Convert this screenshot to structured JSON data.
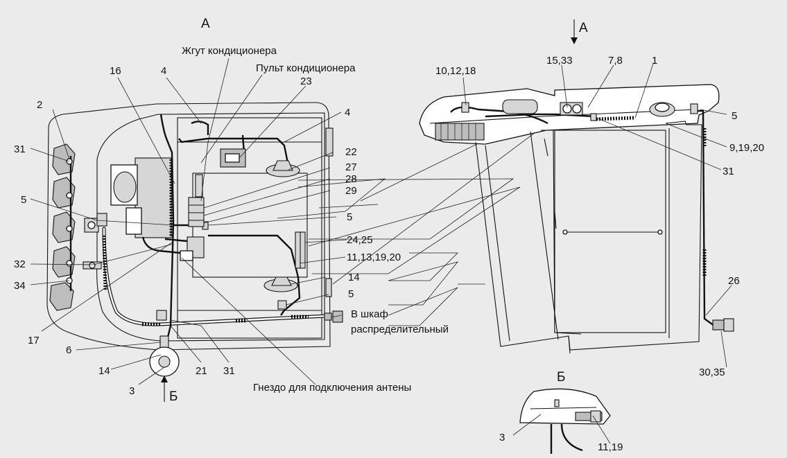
{
  "views": {
    "view_a_left": "А",
    "view_a_right": "А",
    "view_b_arrow": "Б",
    "view_b_detail": "Б"
  },
  "captions": {
    "ac_harness": "Жгут кондиционера",
    "ac_panel": "Пульт кондиционера",
    "to_cabinet_1": "В шкаф",
    "to_cabinet_2": "распределительный",
    "antenna_socket": "Гнездо для подключения антены"
  },
  "callouts_left": {
    "c2": "2",
    "c31a": "31",
    "c5a": "5",
    "c32": "32",
    "c34": "34",
    "c17": "17",
    "c6": "6",
    "c14a": "14",
    "c3a": "3",
    "c21": "21",
    "c31b": "31",
    "c16": "16",
    "c4a": "4",
    "c23": "23",
    "c4b": "4",
    "c22": "22",
    "c27": "27",
    "c28": "28",
    "c29": "29",
    "c5b": "5",
    "c2425": "24,25",
    "c11131920": "11,13,19,20",
    "c14b": "14",
    "c5c": "5"
  },
  "callouts_right": {
    "c101218": "10,12,18",
    "c1533": "15,33",
    "c78": "7,8",
    "c1": "1",
    "c5d": "5",
    "c91920": "9,19,20",
    "c31c": "31",
    "c26": "26",
    "c3035": "30,35"
  },
  "callouts_detail": {
    "c3b": "3",
    "c1119": "11,19"
  }
}
